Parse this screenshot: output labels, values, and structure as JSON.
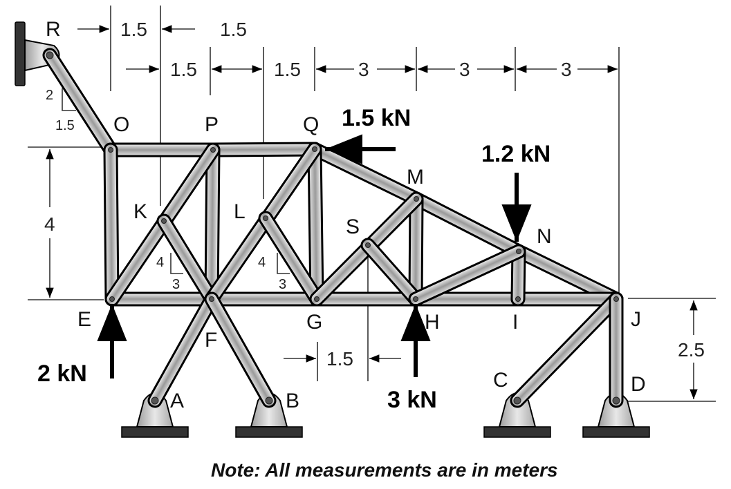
{
  "title": "Truss structure with supports and applied loads",
  "joints": {
    "R": "R",
    "O": "O",
    "P": "P",
    "Q": "Q",
    "M": "M",
    "N": "N",
    "K": "K",
    "L": "L",
    "S": "S",
    "E": "E",
    "F": "F",
    "G": "G",
    "H": "H",
    "I": "I",
    "J": "J",
    "A": "A",
    "B": "B",
    "C": "C",
    "D": "D"
  },
  "loads": [
    {
      "id": "load-Q",
      "label": "1.5 kN",
      "direction": "left",
      "joint": "Q"
    },
    {
      "id": "load-N",
      "label": "1.2 kN",
      "direction": "down",
      "joint": "N"
    },
    {
      "id": "load-E",
      "label": "2 kN",
      "direction": "up",
      "joint": "E"
    },
    {
      "id": "load-H",
      "label": "3 kN",
      "direction": "up",
      "joint": "H"
    }
  ],
  "dimensions": {
    "top_row1": [
      "1.5",
      "1.5"
    ],
    "top_row2": [
      "1.5",
      "1.5",
      "3",
      "3",
      "3"
    ],
    "height_OE": "4",
    "height_JD": "2.5",
    "bottom_GS": "1.5",
    "slope_R": {
      "rise": "2",
      "run": "1.5"
    },
    "slope_K": {
      "rise": "4",
      "run": "3"
    },
    "slope_L": {
      "rise": "4",
      "run": "3"
    }
  },
  "note": "Note:  All measurements are in meters"
}
